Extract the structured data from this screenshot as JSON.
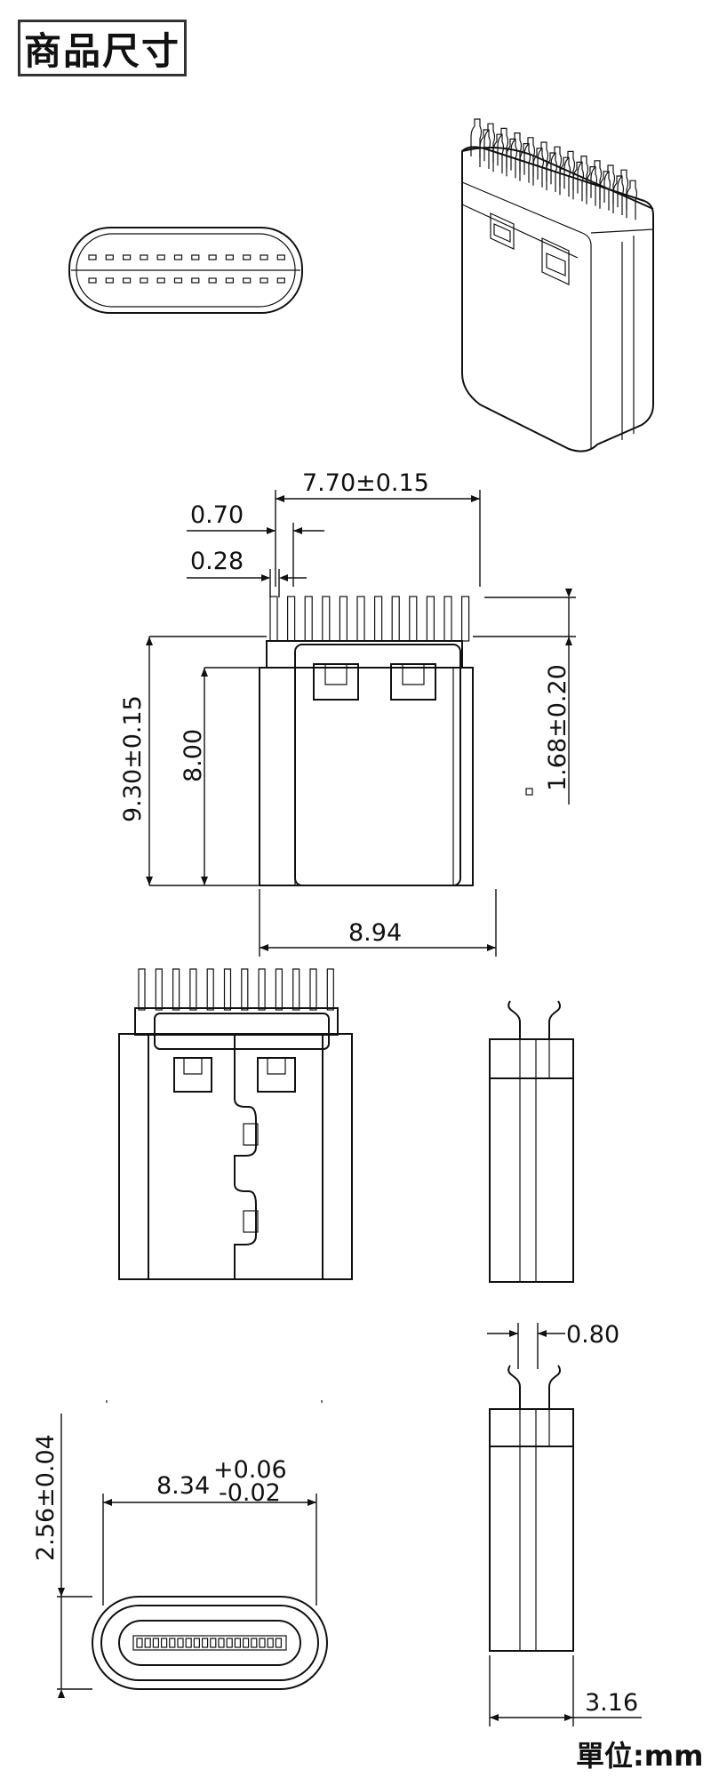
{
  "title": "商品尺寸",
  "unit_label": "單位:mm",
  "dimensions": {
    "pitch_width": "7.70±0.15",
    "pin_pitch": "0.70",
    "pin_width": "0.28",
    "overall_height": "9.30±0.15",
    "body_height": "8.00",
    "pin_length": "1.68±0.20",
    "body_width": "8.94",
    "port_height": "2.56±0.04",
    "port_width": "8.34",
    "port_width_tol_plus": "+0.06",
    "port_width_tol_minus": "-0.02",
    "side_pin_gap": "0.80",
    "side_depth": "3.16"
  }
}
